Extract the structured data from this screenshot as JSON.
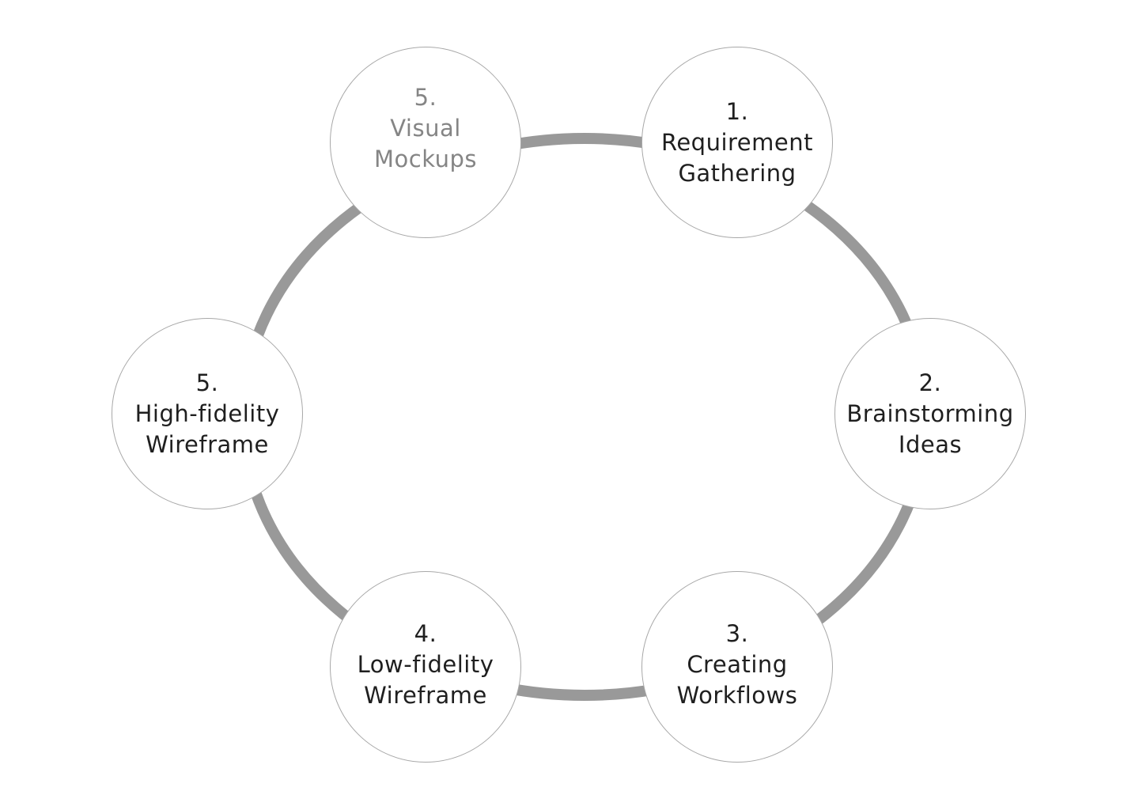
{
  "diagram": {
    "steps": [
      {
        "number": "1.",
        "line1": "Requirement",
        "line2": "Gathering",
        "muted": false
      },
      {
        "number": "2.",
        "line1": "Brainstorming",
        "line2": "Ideas",
        "muted": false
      },
      {
        "number": "3.",
        "line1": "Creating",
        "line2": "Workflows",
        "muted": false
      },
      {
        "number": "4.",
        "line1": "Low-fidelity",
        "line2": "Wireframe",
        "muted": false
      },
      {
        "number": "5.",
        "line1": "High-fidelity",
        "line2": "Wireframe",
        "muted": false
      },
      {
        "number": "5.",
        "line1": "Visual",
        "line2": "Mockups",
        "muted": true
      }
    ],
    "colors": {
      "ring": "#999999",
      "node_border": "#a8a8a8",
      "text": "#1f1f1f",
      "text_muted": "#858585",
      "background": "#ffffff"
    }
  }
}
